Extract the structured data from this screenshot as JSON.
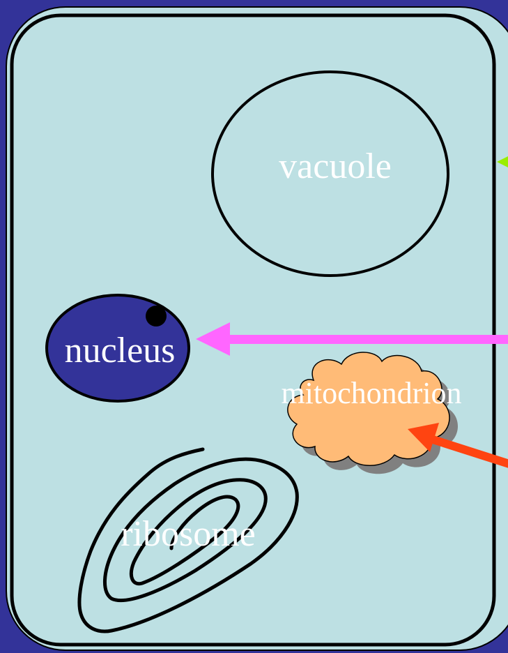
{
  "labels": {
    "vacuole": "vacuole",
    "nucleus": "nucleus",
    "mitochondrion": "mitochondrion",
    "ribosome": "ribosome"
  },
  "colors": {
    "background": "#333399",
    "cell_fill": "#bde0e3",
    "outline": "#000000",
    "nucleus_fill": "#333399",
    "mitochondrion_fill": "#ffbb77",
    "mitochondrion_shadow": "#808080",
    "label_text": "#ffffff",
    "arrow_nucleus": "#ff66ff",
    "arrow_mitochondrion": "#ff4411",
    "arrow_vacuole": "#99ee00"
  },
  "icons": {
    "nucleolus": "nucleolus-dot-icon",
    "mitochondrion": "cloud-shape-icon",
    "ribosome": "spiral-coil-icon"
  }
}
